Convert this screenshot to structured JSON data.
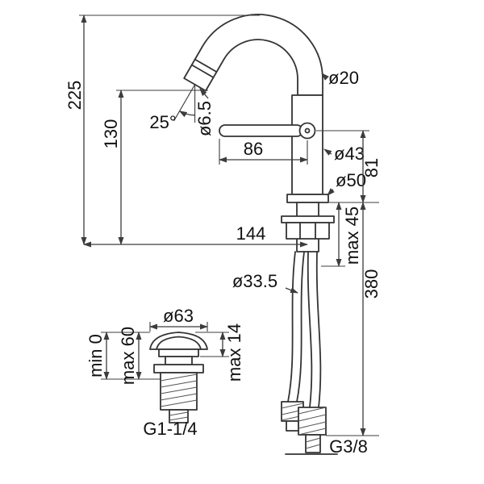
{
  "drawing": {
    "type": "technical-dimension-drawing",
    "subject": "single-lever bidet mixer tap with pop-up waste",
    "colors": {
      "line": "#333333",
      "text": "#111111",
      "background": "#ffffff"
    },
    "dimensions": {
      "overall_height": "225",
      "spout_outlet_height": "130",
      "spout_angle": "25°",
      "aerator_diameter": "ø6.5",
      "handle_length": "86",
      "spout_tube_diameter": "ø20",
      "body_diameter": "ø43",
      "base_diameter": "ø50",
      "handle_axis_height": "81",
      "spout_reach": "144",
      "max_deck_thickness": "max 45",
      "mounting_hole_diameter": "ø33.5",
      "supply_hose_length": "380",
      "waste_cap_diameter": "ø63",
      "waste_cap_height": "max 14",
      "waste_height_max": "max 60",
      "waste_height_min": "min 0",
      "waste_thread": "G1-1/4",
      "supply_thread": "G3/8"
    }
  }
}
